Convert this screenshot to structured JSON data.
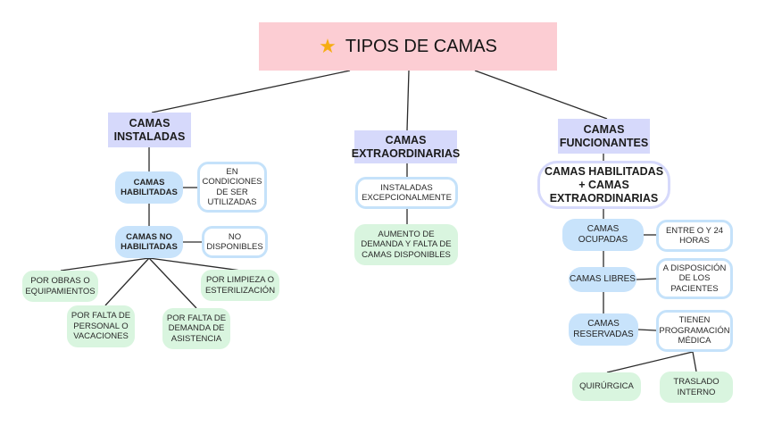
{
  "title": {
    "icon": "star-icon",
    "label": "TIPOS DE CAMAS",
    "star_glyph": "★"
  },
  "colors": {
    "title_bg": "#fccdd3",
    "star": "#f6ad13",
    "category_bg": "#d6d9fb",
    "blue_pill": "#c8e3fb",
    "blue_outline": "#c5e2fa",
    "green_pill": "#d9f5df"
  },
  "instaladas": {
    "label": "CAMAS INSTALADAS",
    "habilitadas": {
      "label": "CAMAS HABILITADAS",
      "note": "EN CONDICIONES DE SER UTILIZADAS"
    },
    "no_habilitadas": {
      "label": "CAMAS NO HABILITADAS",
      "note": "NO DISPONIBLES",
      "reasons": [
        "POR OBRAS O EQUIPAMIENTOS",
        "POR FALTA DE PERSONAL O VACACIONES",
        "POR FALTA DE DEMANDA DE ASISTENCIA",
        "POR LIMPIEZA O ESTERILIZACIÓN"
      ]
    }
  },
  "extraordinarias": {
    "label": "CAMAS EXTRAORDINARIAS",
    "note": "INSTALADAS EXCEPCIONALMENTE",
    "reason": "AUMENTO DE DEMANDA Y FALTA DE CAMAS DISPONIBLES"
  },
  "funcionantes": {
    "label": "CAMAS FUNCIONANTES",
    "formula": "CAMAS HABILITADAS + CAMAS EXTRAORDINARIAS",
    "ocupadas": {
      "label": "CAMAS OCUPADAS",
      "note": "ENTRE O Y 24 HORAS"
    },
    "libres": {
      "label": "CAMAS LIBRES",
      "note": "A DISPOSICIÓN DE LOS PACIENTES"
    },
    "reservadas": {
      "label": "CAMAS RESERVADAS",
      "note": "TIENEN PROGRAMACIÓN MÉDICA",
      "types": [
        "QUIRÚRGICA",
        "TRASLADO INTERNO"
      ]
    }
  }
}
